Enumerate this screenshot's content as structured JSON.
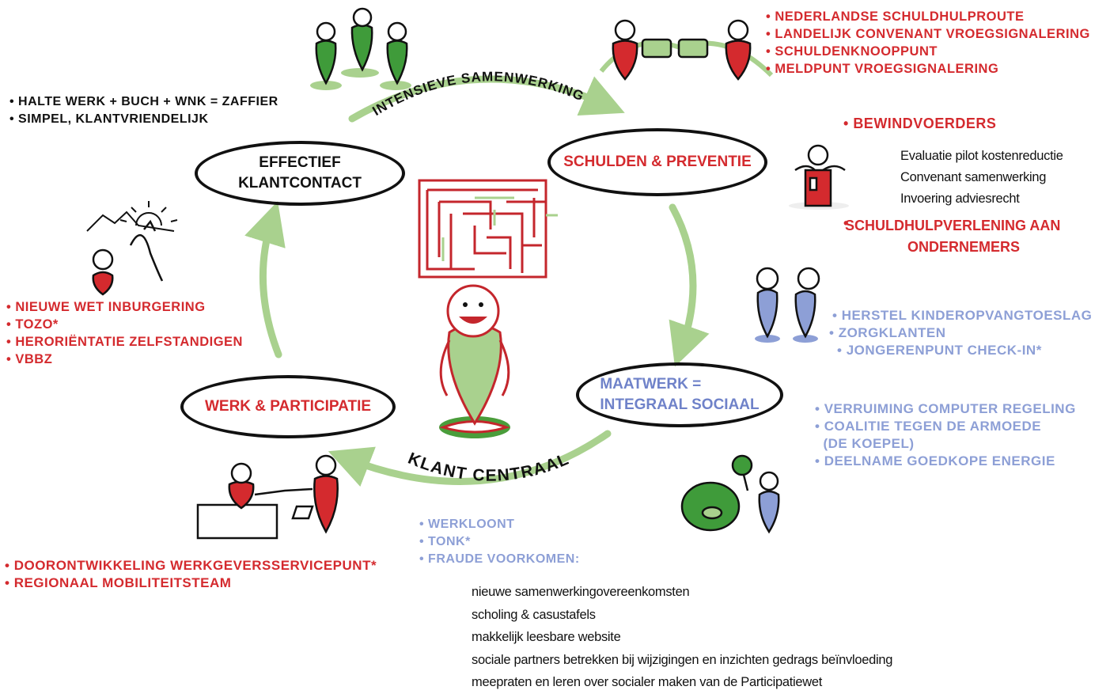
{
  "cycle": {
    "top_label": "INTENSIEVE SAMENWERKING",
    "bottom_label": "KLANT CENTRAAL",
    "nodes": {
      "effectief_klantcontact": "EFFECTIEF KLANTCONTACT",
      "schulden_preventie": "SCHULDEN & PREVENTIE",
      "maatwerk": [
        "MAATWERK =",
        "INTEGRAAL SOCIAAL"
      ],
      "werk_participatie": "WERK & PARTICIPATIE"
    }
  },
  "top_left_list": [
    "HALTE WERK + BUCH + WNK = ZAFFIER",
    "SIMPEL, KLANTVRIENDELIJK"
  ],
  "top_right_list": [
    "NEDERLANDSE SCHULDHULPROUTE",
    "LANDELIJK CONVENANT VROEGSIGNALERING",
    "SCHULDENKNOOPPUNT",
    "MELDPUNT VROEGSIGNALERING"
  ],
  "right_red_1": "BEWINDVOERDERS",
  "bewind_items": [
    "Evaluatie pilot kostenreductie",
    "Convenant samenwerking",
    "Invoering adviesrecht"
  ],
  "right_red_2": [
    "SCHULDHULPVERLENING AAN",
    "ONDERNEMERS"
  ],
  "right_blue_1": [
    "HERSTEL KINDEROPVANGTOESLAG",
    "ZORGKLANTEN",
    "JONGERENPUNT CHECK-IN*"
  ],
  "right_blue_2": [
    "VERRUIMING COMPUTER REGELING",
    "COALITIE TEGEN DE ARMOEDE",
    "(DE KOEPEL)",
    "DEELNAME GOEDKOPE ENERGIE"
  ],
  "left_red_list": [
    "NIEUWE WET INBURGERING",
    "TOZO*",
    "HERORIËNTATIE ZELFSTANDIGEN",
    "VBBZ"
  ],
  "bottom_left_list": [
    "DOORONTWIKKELING WERKGEVERSSERVICEPUNT*",
    "REGIONAAL MOBILITEITSTEAM"
  ],
  "bottom_blue_list": [
    "WERKLOONT",
    "TONK*",
    "FRAUDE VOORKOMEN:"
  ],
  "fraude_items": [
    "nieuwe samenwerkingovereenkomsten",
    "scholing & casustafels",
    "makkelijk leesbare website",
    "sociale partners betrekken bij wijzigingen en inzichten gedrags beïnvloeding",
    "meepraten en leren over socialer maken van de Participatiewet"
  ],
  "colors": {
    "red": "#d42a2e",
    "green": "#a9d18e",
    "dark_green": "#3f9b3a",
    "blue": "#8d9fd6",
    "black": "#111111"
  }
}
